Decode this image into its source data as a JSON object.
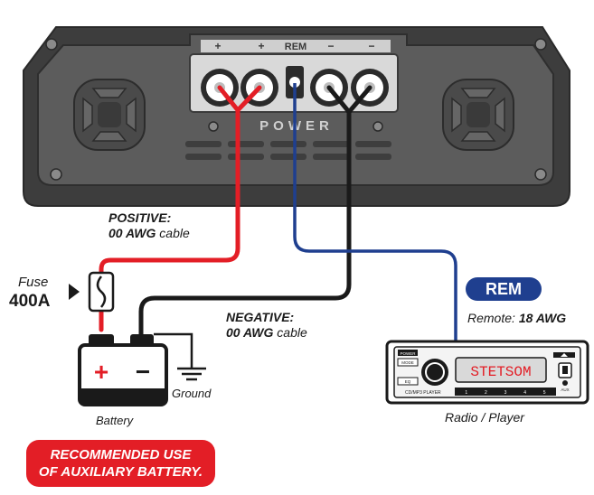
{
  "amplifier": {
    "terminal_plus_1": "+",
    "terminal_plus_2": "+",
    "terminal_rem": "REM",
    "terminal_minus_1": "−",
    "terminal_minus_2": "−",
    "power_text": "POWER"
  },
  "positive_cable": {
    "title": "POSITIVE:",
    "gauge": "00 AWG",
    "suffix": "cable"
  },
  "negative_cable": {
    "title": "NEGATIVE:",
    "gauge": "00 AWG",
    "suffix": "cable"
  },
  "fuse": {
    "label": "Fuse",
    "rating": "400A"
  },
  "battery": {
    "label": "Battery",
    "plus": "+",
    "minus": "−"
  },
  "ground": {
    "label": "Ground"
  },
  "remote": {
    "badge": "REM",
    "label": "Remote:",
    "gauge": "18 AWG"
  },
  "radio": {
    "label": "Radio / Player",
    "display_text": "STETSOM",
    "power_btn": "POWER",
    "mode_btn": "MODE",
    "eq_btn": "EQ",
    "model_text": "CD/MP3 PLAYER",
    "presets": [
      "1",
      "2",
      "3",
      "4",
      "5"
    ],
    "aux_text": "AUX"
  },
  "note": {
    "line1": "RECOMMENDED USE",
    "line2": "OF AUXILIARY BATTERY."
  },
  "colors": {
    "positive": "#e31e26",
    "negative": "#1a1a1a",
    "remote": "#1f3f8f",
    "amp_body": "#3d3d3d",
    "amp_panel": "#5a5a5a"
  }
}
